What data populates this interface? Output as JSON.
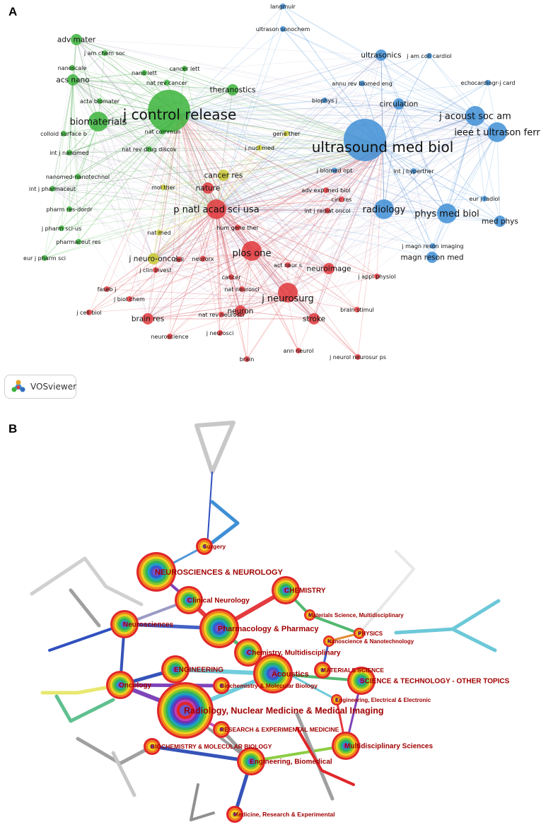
{
  "panels": {
    "a": {
      "letter": "A"
    },
    "b": {
      "letter": "B"
    }
  },
  "badge": {
    "label": "VOSviewer",
    "icon": "vosviewer-logo-icon"
  },
  "colors": {
    "green": "#3cb43c",
    "blue": "#3f8fd6",
    "red": "#e0383c",
    "yellow": "#c8c832",
    "labelB": "#a00000"
  },
  "journals": [
    {
      "label": "langmuir",
      "cluster": "blue",
      "size": "s"
    },
    {
      "label": "ultrason sonochem",
      "cluster": "blue",
      "size": "s"
    },
    {
      "label": "ultrasonics",
      "cluster": "blue",
      "size": "m"
    },
    {
      "label": "j am coll cardiol",
      "cluster": "blue",
      "size": "s"
    },
    {
      "label": "echocardiogr-j card",
      "cluster": "blue",
      "size": "s"
    },
    {
      "label": "annu rev biomed eng",
      "cluster": "blue",
      "size": "s"
    },
    {
      "label": "biophys j",
      "cluster": "blue",
      "size": "s"
    },
    {
      "label": "circulation",
      "cluster": "blue",
      "size": "m"
    },
    {
      "label": "j acoust soc am",
      "cluster": "blue",
      "size": "l"
    },
    {
      "label": "ieee t ultrason ferr",
      "cluster": "blue",
      "size": "l"
    },
    {
      "label": "ultrasound med biol",
      "cluster": "blue",
      "size": "xl"
    },
    {
      "label": "int j hyperther",
      "cluster": "blue",
      "size": "s"
    },
    {
      "label": "radiology",
      "cluster": "blue",
      "size": "l"
    },
    {
      "label": "phys med biol",
      "cluster": "blue",
      "size": "l"
    },
    {
      "label": "eur j radiol",
      "cluster": "blue",
      "size": "s"
    },
    {
      "label": "med phys",
      "cluster": "blue",
      "size": "m"
    },
    {
      "label": "j magn reson imaging",
      "cluster": "blue",
      "size": "s"
    },
    {
      "label": "magn reson med",
      "cluster": "blue",
      "size": "m"
    },
    {
      "label": "adv mater",
      "cluster": "green",
      "size": "m"
    },
    {
      "label": "j am chem soc",
      "cluster": "green",
      "size": "s"
    },
    {
      "label": "nanoscale",
      "cluster": "green",
      "size": "s"
    },
    {
      "label": "acs nano",
      "cluster": "green",
      "size": "m"
    },
    {
      "label": "nano lett",
      "cluster": "green",
      "size": "s"
    },
    {
      "label": "cancer lett",
      "cluster": "green",
      "size": "s"
    },
    {
      "label": "nat rev cancer",
      "cluster": "green",
      "size": "s"
    },
    {
      "label": "theranostics",
      "cluster": "green",
      "size": "m"
    },
    {
      "label": "acta biomater",
      "cluster": "green",
      "size": "s"
    },
    {
      "label": "j control release",
      "cluster": "green",
      "size": "xl"
    },
    {
      "label": "biomaterials",
      "cluster": "green",
      "size": "l"
    },
    {
      "label": "nat commun",
      "cluster": "green",
      "size": "s"
    },
    {
      "label": "colloid surface b",
      "cluster": "green",
      "size": "s"
    },
    {
      "label": "nat rev drug discov",
      "cluster": "green",
      "size": "s"
    },
    {
      "label": "int j nanomed",
      "cluster": "green",
      "size": "s"
    },
    {
      "label": "nanomed-nanotechnol",
      "cluster": "green",
      "size": "s"
    },
    {
      "label": "int j pharmaceut",
      "cluster": "green",
      "size": "s"
    },
    {
      "label": "pharm res-dordr",
      "cluster": "green",
      "size": "s"
    },
    {
      "label": "j pharm sci-us",
      "cluster": "green",
      "size": "s"
    },
    {
      "label": "pharmaceut res",
      "cluster": "green",
      "size": "s"
    },
    {
      "label": "eur j pharm sci",
      "cluster": "green",
      "size": "s"
    },
    {
      "label": "gene ther",
      "cluster": "yellow",
      "size": "s"
    },
    {
      "label": "j nucl med",
      "cluster": "yellow",
      "size": "s"
    },
    {
      "label": "j biomed opt",
      "cluster": "blue",
      "size": "s"
    },
    {
      "label": "cancer res",
      "cluster": "yellow",
      "size": "m"
    },
    {
      "label": "mol ther",
      "cluster": "yellow",
      "size": "s"
    },
    {
      "label": "nature",
      "cluster": "red",
      "size": "m"
    },
    {
      "label": "adv exp med biol",
      "cluster": "red",
      "size": "s"
    },
    {
      "label": "circ res",
      "cluster": "red",
      "size": "s"
    },
    {
      "label": "p natl acad sci usa",
      "cluster": "red",
      "size": "l"
    },
    {
      "label": "int j radiat oncol",
      "cluster": "red",
      "size": "s"
    },
    {
      "label": "nat med",
      "cluster": "yellow",
      "size": "s"
    },
    {
      "label": "hum gene ther",
      "cluster": "red",
      "size": "s"
    },
    {
      "label": "j neuro-oncol",
      "cluster": "yellow",
      "size": "m"
    },
    {
      "label": "plos one",
      "cluster": "red",
      "size": "l"
    },
    {
      "label": "cell",
      "cluster": "red",
      "size": "s"
    },
    {
      "label": "neurorx",
      "cluster": "red",
      "size": "s"
    },
    {
      "label": "act neur s",
      "cluster": "red",
      "size": "s"
    },
    {
      "label": "j clin invest",
      "cluster": "red",
      "size": "s"
    },
    {
      "label": "cancer",
      "cluster": "red",
      "size": "s"
    },
    {
      "label": "neuroimage",
      "cluster": "red",
      "size": "m"
    },
    {
      "label": "j appl physiol",
      "cluster": "red",
      "size": "s"
    },
    {
      "label": "faseb j",
      "cluster": "red",
      "size": "s"
    },
    {
      "label": "nat neurosci",
      "cluster": "red",
      "size": "s"
    },
    {
      "label": "j neurosurg",
      "cluster": "red",
      "size": "l"
    },
    {
      "label": "j biol chem",
      "cluster": "red",
      "size": "s"
    },
    {
      "label": "nat rev neurosci",
      "cluster": "red",
      "size": "s"
    },
    {
      "label": "j cell biol",
      "cluster": "red",
      "size": "s"
    },
    {
      "label": "brain res",
      "cluster": "red",
      "size": "m"
    },
    {
      "label": "neuron",
      "cluster": "red",
      "size": "m"
    },
    {
      "label": "stroke",
      "cluster": "red",
      "size": "m"
    },
    {
      "label": "brain stimul",
      "cluster": "red",
      "size": "s"
    },
    {
      "label": "neuroscience",
      "cluster": "red",
      "size": "s"
    },
    {
      "label": "j neurosci",
      "cluster": "red",
      "size": "s"
    },
    {
      "label": "ann neurol",
      "cluster": "red",
      "size": "s"
    },
    {
      "label": "brain",
      "cluster": "red",
      "size": "s"
    },
    {
      "label": "j neurol neurosur ps",
      "cluster": "red",
      "size": "s"
    }
  ],
  "categories": [
    {
      "label": "Surgery",
      "size": "s"
    },
    {
      "label": "NEUROSCIENCES & NEUROLOGY",
      "size": "l"
    },
    {
      "label": "CHEMISTRY",
      "size": "m"
    },
    {
      "label": "Clinical Neurology",
      "size": "m"
    },
    {
      "label": "Materials Science, Multidisciplinary",
      "size": "xs"
    },
    {
      "label": "Neurosciences",
      "size": "m"
    },
    {
      "label": "Pharmacology & Pharmacy",
      "size": "l"
    },
    {
      "label": "PHYSICS",
      "size": "xs"
    },
    {
      "label": "Nanoscience & Nanotechnology",
      "size": "xs"
    },
    {
      "label": "Chemistry, Multidisciplinary",
      "size": "m"
    },
    {
      "label": "ENGINEERING",
      "size": "m"
    },
    {
      "label": "Acoustics",
      "size": "l"
    },
    {
      "label": "MATERIALS SCIENCE",
      "size": "s"
    },
    {
      "label": "SCIENCE & TECHNOLOGY - OTHER TOPICS",
      "size": "m"
    },
    {
      "label": "Oncology",
      "size": "m"
    },
    {
      "label": "Biochemistry & Molecular Biology",
      "size": "s"
    },
    {
      "label": "Engineering, Electrical & Electronic",
      "size": "xs"
    },
    {
      "label": "Radiology, Nuclear Medicine & Medical Imaging",
      "size": "xl"
    },
    {
      "label": "RESEARCH & EXPERIMENTAL MEDICINE",
      "size": "s"
    },
    {
      "label": "BIOCHEMISTRY & MOLECULAR BIOLOGY",
      "size": "s"
    },
    {
      "label": "Multidisciplinary Sciences",
      "size": "m"
    },
    {
      "label": "Engineering, Biomedical",
      "size": "m"
    },
    {
      "label": "Medicine, Research & Experimental",
      "size": "s"
    }
  ]
}
